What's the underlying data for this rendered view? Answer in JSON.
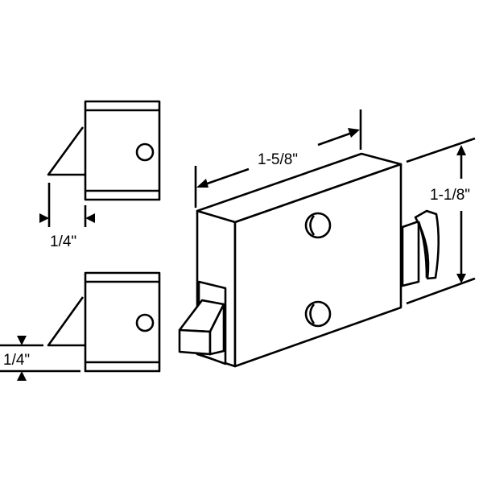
{
  "dimensions": {
    "strike_offset_top": "1/4\"",
    "strike_offset_bottom": "1/4\"",
    "latch_length": "1-5/8\"",
    "latch_height": "1-1/8\""
  }
}
